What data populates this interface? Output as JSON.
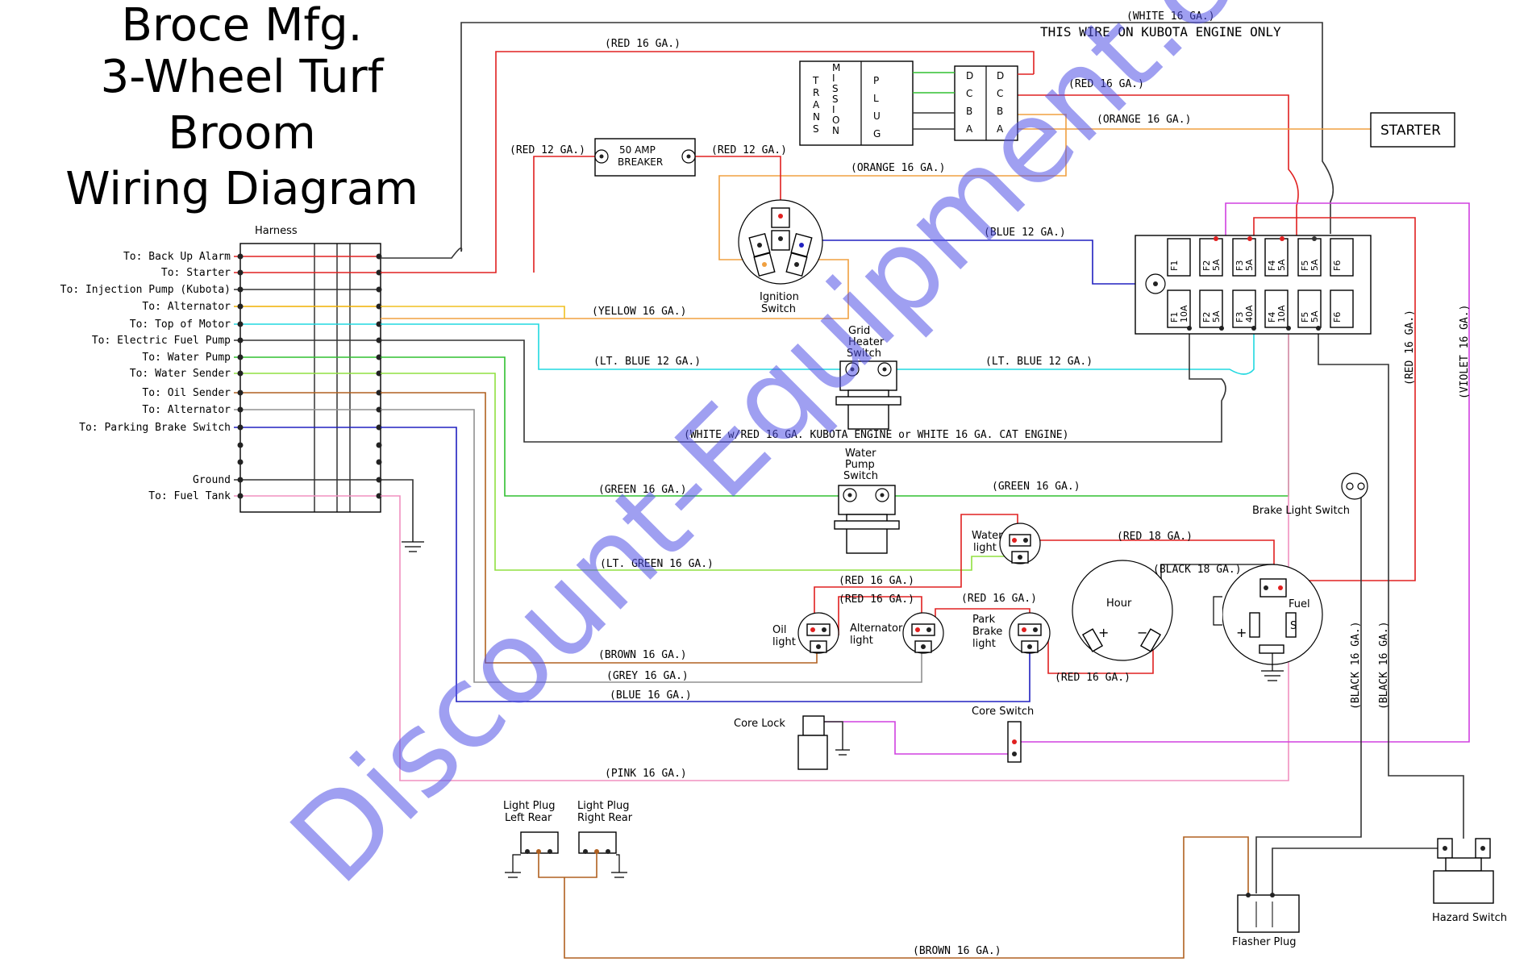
{
  "title": {
    "line1": "Broce Mfg.",
    "line2": "3-Wheel Turf",
    "line3": "Broom",
    "line4": "Wiring Diagram"
  },
  "watermark": "Discount-Equipment.com for parts",
  "harness": {
    "label": "Harness",
    "connections": [
      {
        "label": "To: Back Up Alarm",
        "color": "#e02020"
      },
      {
        "label": "To: Starter",
        "color": "#e02020"
      },
      {
        "label": "To: Injection Pump (Kubota)",
        "color": "#333333"
      },
      {
        "label": "To: Alternator",
        "color": "#f0b000"
      },
      {
        "label": "To: Top of Motor",
        "color": "#20d8e0"
      },
      {
        "label": "To: Electric Fuel Pump",
        "color": "#333333"
      },
      {
        "label": "To: Water Pump",
        "color": "#30c030"
      },
      {
        "label": "To: Water Sender",
        "color": "#90e040"
      },
      {
        "label": "To: Oil Sender",
        "color": "#b06020"
      },
      {
        "label": "To: Alternator",
        "color": "#909090"
      },
      {
        "label": "To: Parking Brake Switch",
        "color": "#2020c0"
      },
      {
        "label": "Ground",
        "color": "#333333"
      },
      {
        "label": "To: Fuel Tank",
        "color": "#f090c0"
      }
    ]
  },
  "wires": {
    "white_top": "(WHITE 16 GA.)",
    "kubota_note": "THIS WIRE ON KUBOTA ENGINE ONLY",
    "red_16_top": "(RED 16 GA.)",
    "red_16_trans": "(RED 16 GA.)",
    "orange_16_trans": "(ORANGE 16 GA.)",
    "red_12_left": "(RED 12 GA.)",
    "red_12_right": "(RED 12 GA.)",
    "orange_16": "(ORANGE 16 GA.)",
    "blue_12": "(BLUE 12 GA.)",
    "yellow_16": "(YELLOW 16 GA.)",
    "lt_blue_left": "(LT. BLUE 12 GA.)",
    "lt_blue_right": "(LT. BLUE 12 GA.)",
    "white_red": "(WHITE w/RED 16 GA. KUBOTA ENGINE or WHITE 16 GA. CAT ENGINE)",
    "green_left": "(GREEN 16 GA.)",
    "green_right": "(GREEN 16 GA.)",
    "red_18": "(RED 18 GA.)",
    "lt_green": "(LT. GREEN 16 GA.)",
    "black_18": "(BLACK 18 GA.)",
    "red_16_a": "(RED 16 GA.)",
    "red_16_b": "(RED 16 GA.)",
    "red_16_c": "(RED 16 GA.)",
    "red_16_d": "(RED 16 GA.)",
    "brown_16": "(BROWN 16 GA.)",
    "grey_16": "(GREY 16 GA.)",
    "blue_16": "(BLUE 16 GA.)",
    "pink_16": "(PINK 16 GA.)",
    "brown_bottom": "(BROWN 16 GA.)",
    "red_16_vert": "(RED 16 GA.)",
    "violet_16_vert": "(VIOLET 16 GA.)",
    "black_16_vert_a": "(BLACK 16 GA.)",
    "black_16_vert_b": "(BLACK 16 GA.)"
  },
  "components": {
    "breaker": {
      "line1": "50 AMP",
      "line2": "BREAKER"
    },
    "trans_letters": [
      "T",
      "R",
      "A",
      "N",
      "S"
    ],
    "mission_letters": [
      "M",
      "I",
      "S",
      "S",
      "I",
      "O",
      "N"
    ],
    "plug_letters": [
      "P",
      "L",
      "U",
      "G"
    ],
    "connector_letters": [
      "D",
      "C",
      "B",
      "A"
    ],
    "starter": "STARTER",
    "ignition": {
      "line1": "Ignition",
      "line2": "Switch"
    },
    "grid_heater": {
      "line1": "Grid",
      "line2": "Heater",
      "line3": "Switch"
    },
    "water_pump": {
      "line1": "Water",
      "line2": "Pump",
      "line3": "Switch"
    },
    "water_light": {
      "line1": "Water",
      "line2": "light"
    },
    "oil_light": {
      "line1": "Oil",
      "line2": "light"
    },
    "alternator_light": {
      "line1": "Alternator",
      "line2": "light"
    },
    "park_brake_light": {
      "line1": "Park",
      "line2": "Brake",
      "line3": "light"
    },
    "hour": "Hour",
    "fuel": "Fuel",
    "fuel_s": "S",
    "brake_light_switch": "Brake Light Switch",
    "core_lock": "Core Lock",
    "core_switch": "Core Switch",
    "light_plug_left": {
      "line1": "Light Plug",
      "line2": "Left Rear"
    },
    "light_plug_right": {
      "line1": "Light Plug",
      "line2": "Right Rear"
    },
    "flasher_plug": "Flasher Plug",
    "hazard_switch": "Hazard Switch",
    "fuse_top": [
      {
        "id": "F1",
        "rating": ""
      },
      {
        "id": "F2",
        "rating": "5A"
      },
      {
        "id": "F3",
        "rating": "5A"
      },
      {
        "id": "F4",
        "rating": "5A"
      },
      {
        "id": "F5",
        "rating": "5A"
      },
      {
        "id": "F6",
        "rating": ""
      }
    ],
    "fuse_bottom": [
      {
        "id": "F1",
        "rating": "10A"
      },
      {
        "id": "F2",
        "rating": "5A"
      },
      {
        "id": "F3",
        "rating": "40A"
      },
      {
        "id": "F4",
        "rating": "10A"
      },
      {
        "id": "F5",
        "rating": "5A"
      },
      {
        "id": "F6",
        "rating": ""
      }
    ]
  },
  "colors": {
    "red": "#e02020",
    "black": "#333333",
    "orange": "#f0a040",
    "yellow": "#f0c020",
    "lt_blue": "#20d8e0",
    "blue": "#2020c0",
    "green": "#30c030",
    "lt_green": "#90e040",
    "brown": "#b06020",
    "grey": "#909090",
    "pink": "#f090c0",
    "violet": "#d040e0",
    "watermark": "#5050e6"
  }
}
